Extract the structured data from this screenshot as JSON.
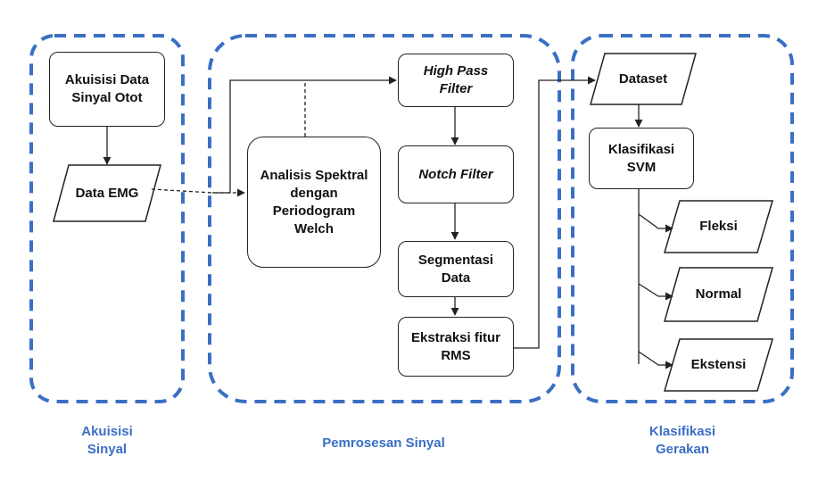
{
  "groups": {
    "acquisition": "Akuisisi\nSinyal",
    "processing": "Pemrosesan Sinyal",
    "classification": "Klasifikasi\nGerakan"
  },
  "nodes": {
    "akuisisi": "Akuisisi Data\nSinyal Otot",
    "data_emg": "Data EMG",
    "welch": "Analisis Spektral\ndengan\nPeriodogram\nWelch",
    "high_pass": "High Pass\nFilter",
    "notch": "Notch Filter",
    "segmentasi": "Segmentasi\nData",
    "ekstraksi": "Ekstraksi fitur\nRMS",
    "dataset": "Dataset",
    "svm": "Klasifikasi\nSVM",
    "fleksi": "Fleksi",
    "normal": "Normal",
    "ekstensi": "Ekstensi"
  },
  "colors": {
    "group_border": "#3a6fc4",
    "stroke": "#222222"
  }
}
